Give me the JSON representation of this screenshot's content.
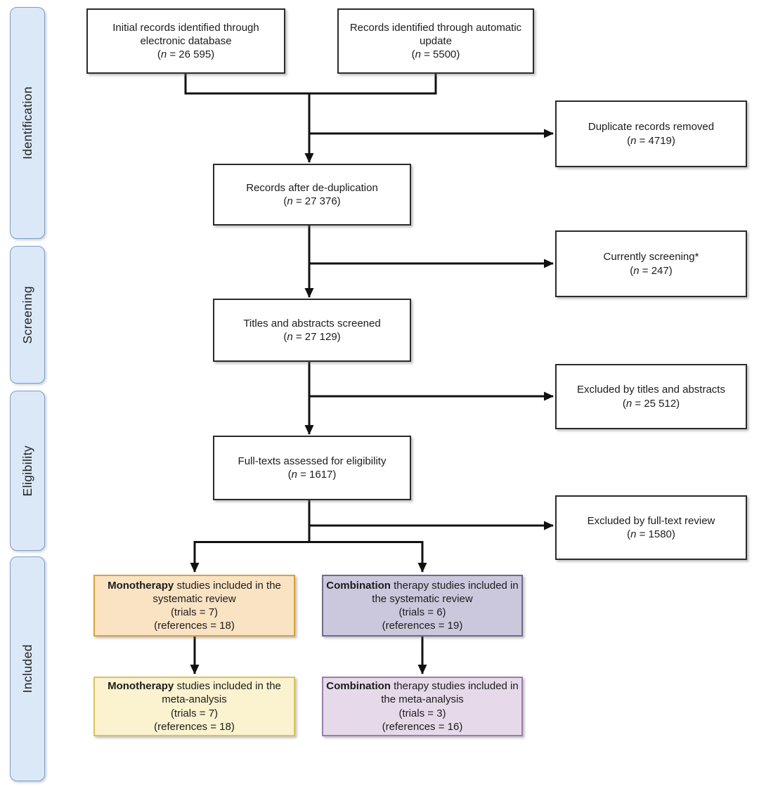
{
  "diagram_title": "PRISMA study selection flow diagram",
  "stages": [
    {
      "id": "identification",
      "label": "Identification"
    },
    {
      "id": "screening",
      "label": "Screening"
    },
    {
      "id": "eligibility",
      "label": "Eligibility"
    },
    {
      "id": "included",
      "label": "Included"
    }
  ],
  "colors": {
    "stage_fill": "#dbe8f8",
    "stage_border": "#7d9fc7",
    "box_fill": "#ffffff",
    "box_border": "#2b2b2b",
    "arrow": "#111111",
    "boxes": {
      "mono-systematic": {
        "fill": "#fae3c3",
        "border": "#d9a23b"
      },
      "combo-systematic": {
        "fill": "#cbc8dd",
        "border": "#6e6c86"
      },
      "mono-meta": {
        "fill": "#fbf2cf",
        "border": "#d9c35c"
      },
      "combo-meta": {
        "fill": "#e6daea",
        "border": "#9b7ca8"
      }
    }
  },
  "boxes": [
    {
      "id": "initial-records",
      "lines": [
        {
          "text": "Initial records identified through"
        },
        {
          "text": "electronic database"
        },
        {
          "pre": "(",
          "it": "n",
          "text": " = 26 595)"
        }
      ]
    },
    {
      "id": "auto-update",
      "lines": [
        {
          "text": "Records identified through automatic"
        },
        {
          "text": "update"
        },
        {
          "pre": "(",
          "it": "n",
          "text": " = 5500)"
        }
      ]
    },
    {
      "id": "duplicates-removed",
      "lines": [
        {
          "text": "Duplicate records removed"
        },
        {
          "pre": "(",
          "it": "n",
          "text": " = 4719)"
        }
      ]
    },
    {
      "id": "after-dedup",
      "lines": [
        {
          "text": "Records after de-duplication"
        },
        {
          "pre": "(",
          "it": "n",
          "text": " = 27 376)"
        }
      ]
    },
    {
      "id": "currently-screening",
      "lines": [
        {
          "text": "Currently screening*"
        },
        {
          "pre": "(",
          "it": "n",
          "text": " = 247)"
        }
      ]
    },
    {
      "id": "titles-screened",
      "lines": [
        {
          "text": "Titles and abstracts screened"
        },
        {
          "pre": "(",
          "it": "n",
          "text": " = 27 129)"
        }
      ]
    },
    {
      "id": "excluded-titles",
      "lines": [
        {
          "text": "Excluded by titles and abstracts"
        },
        {
          "pre": "(",
          "it": "n",
          "text": " = 25 512)"
        }
      ]
    },
    {
      "id": "fulltexts-assessed",
      "lines": [
        {
          "text": "Full-texts assessed for eligibility"
        },
        {
          "pre": "(",
          "it": "n",
          "text": " = 1617)"
        }
      ]
    },
    {
      "id": "excluded-fulltext",
      "lines": [
        {
          "text": "Excluded by full-text review"
        },
        {
          "pre": "(",
          "it": "n",
          "text": " = 1580)"
        }
      ]
    },
    {
      "id": "mono-systematic",
      "lines": [
        {
          "bold": "Monotherapy",
          "text": " studies included in the"
        },
        {
          "text": "systematic review"
        },
        {
          "text": "(trials = 7)"
        },
        {
          "text": "(references = 18)"
        }
      ]
    },
    {
      "id": "combo-systematic",
      "lines": [
        {
          "bold": "Combination",
          "text": " therapy studies included in"
        },
        {
          "text": "the systematic review"
        },
        {
          "text": "(trials = 6)"
        },
        {
          "text": "(references = 19)"
        }
      ]
    },
    {
      "id": "mono-meta",
      "lines": [
        {
          "bold": "Monotherapy",
          "text": " studies included in the"
        },
        {
          "text": "meta-analysis"
        },
        {
          "text": "(trials = 7)"
        },
        {
          "text": "(references = 18)"
        }
      ]
    },
    {
      "id": "combo-meta",
      "lines": [
        {
          "bold": "Combination",
          "text": " therapy studies included in"
        },
        {
          "text": "the meta-analysis"
        },
        {
          "text": "(trials = 3)"
        },
        {
          "text": "(references = 16)"
        }
      ]
    }
  ]
}
